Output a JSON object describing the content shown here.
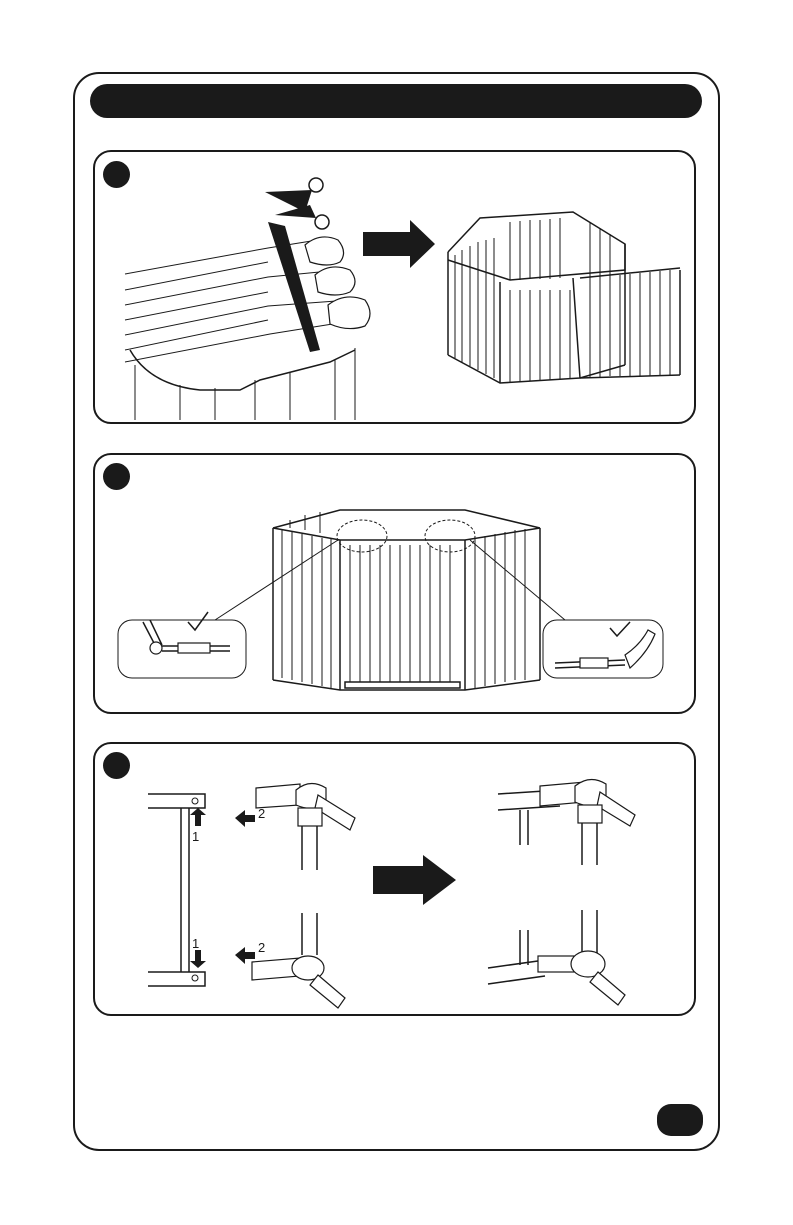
{
  "labels": {
    "step3_arrow_top_num": "2",
    "step3_arrow_bottom_num": "2",
    "step3_up_num": "1",
    "step3_down_num": "1"
  },
  "icons": [
    "scissors-icon",
    "arrow-right-icon",
    "checkmark-icon",
    "arrow-up-icon",
    "arrow-down-icon",
    "arrow-left-icon"
  ]
}
